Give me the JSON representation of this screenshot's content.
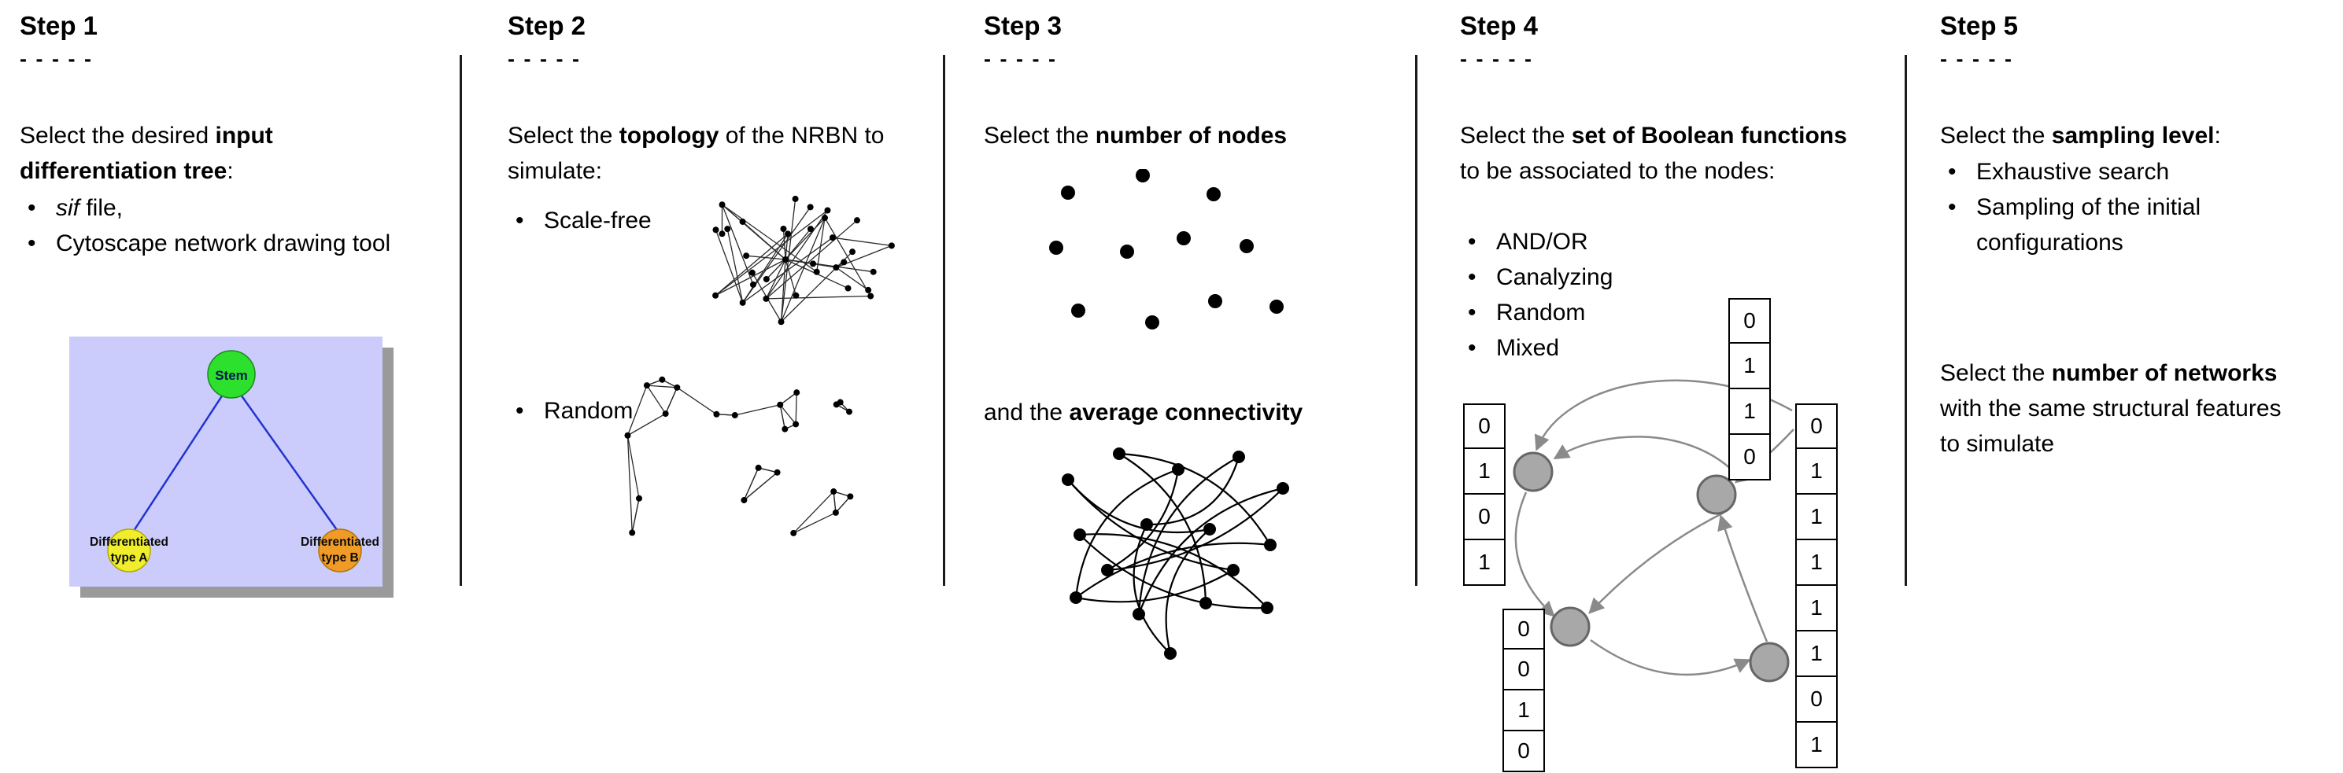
{
  "figure": {
    "dashes": "- - - - -"
  },
  "step1": {
    "title": "Step 1",
    "intro": {
      "pre": "Select the desired ",
      "bold": "input differentiation tree",
      "post": ":"
    },
    "bullets": {
      "item1": {
        "italic": "sif",
        "rest": " file,"
      },
      "item2": "Cytoscape network drawing tool"
    },
    "tree": {
      "stem": "Stem",
      "type_a_line1": "Differentiated",
      "type_a_line2": "type A",
      "type_b_line1": "Differentiated",
      "type_b_line2": "type B"
    },
    "colors": {
      "panel_bg": "#cbcbfc",
      "panel_shadow": "#9a9a9a",
      "stem": "#2ee02e",
      "type_a": "#f0ee2c",
      "type_b": "#f09b28",
      "edge": "#2233cc"
    }
  },
  "step2": {
    "title": "Step 2",
    "intro": {
      "pre": "Select the ",
      "bold": "topology",
      "post": " of the NRBN to simulate:"
    },
    "bullets": {
      "item1": "Scale-free",
      "item2": "Random"
    }
  },
  "step3": {
    "title": "Step 3",
    "line1": {
      "pre": "Select the ",
      "bold": "number of nodes"
    },
    "line2": {
      "pre": "and the ",
      "bold": "average connectivity"
    }
  },
  "step4": {
    "title": "Step 4",
    "intro": {
      "pre": "Select the ",
      "bold": "set of Boolean functions",
      "post": " to be associated to the nodes:"
    },
    "bullets": [
      "AND/OR",
      "Canalyzing",
      "Random",
      "Mixed"
    ],
    "tables": {
      "left": [
        "0",
        "1",
        "0",
        "1"
      ],
      "top": [
        "0",
        "1",
        "1",
        "0"
      ],
      "bottom": [
        "0",
        "0",
        "1",
        "0"
      ],
      "right": [
        "0",
        "1",
        "1",
        "1",
        "1",
        "1",
        "0",
        "1"
      ]
    },
    "colors": {
      "node": "#a8a8a8",
      "node_border": "#666666",
      "arrow": "#8a8a8a"
    }
  },
  "step5": {
    "title": "Step 5",
    "intro": {
      "pre": "Select the ",
      "bold": "sampling level",
      "post": ":"
    },
    "bullets": [
      "Exhaustive search",
      "Sampling of the initial configurations"
    ],
    "para2": {
      "pre": "Select the ",
      "bold": "number of networks",
      "post": " with the same structural features to simulate"
    }
  }
}
